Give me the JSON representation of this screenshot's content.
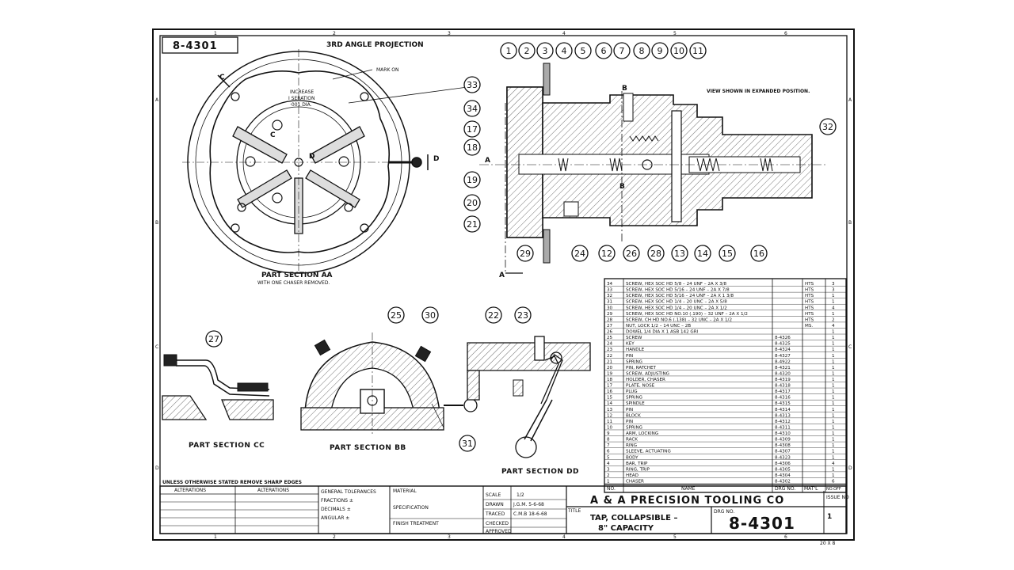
{
  "drawing_number": "8-4301",
  "projection": "3RD ANGLE PROJECTION",
  "view_note": "VIEW SHOWN IN EXPANDED POSITION.",
  "zone_numbers_top": [
    "1",
    "2",
    "3",
    "4",
    "5",
    "6"
  ],
  "zone_letters_side": [
    "A",
    "B",
    "C",
    "D"
  ],
  "section_aa": {
    "title": "PART SECTION AA",
    "subtitle": "WITH ONE CHASER REMOVED.",
    "mark_on": "MARK ON",
    "increase_note": [
      "INCREASE",
      "I SERATION",
      "·001 DIA."
    ],
    "letters": [
      "C",
      "C",
      "D",
      "D"
    ]
  },
  "section_cc": {
    "title": "PART SECTION CC"
  },
  "section_bb": {
    "title": "PART SECTION BB"
  },
  "section_dd": {
    "title": "PART SECTION DD"
  },
  "section_letters": {
    "a": "A",
    "b": "B"
  },
  "balloons_main": [
    "1",
    "2",
    "3",
    "4",
    "5",
    "6",
    "7",
    "8",
    "9",
    "10",
    "11",
    "34",
    "17",
    "18",
    "19",
    "20",
    "21",
    "29",
    "24",
    "12",
    "26",
    "28",
    "13",
    "14",
    "15",
    "16",
    "32",
    "33"
  ],
  "balloons_sections": [
    "27",
    "25",
    "30",
    "22",
    "23",
    "31"
  ],
  "parts_list": [
    {
      "no": "34",
      "name": "SCREW, HEX SOC HD  5/8 – 24 UNF – 2A X 3/8",
      "drg": "",
      "mat": "HTS",
      "qty": "3"
    },
    {
      "no": "33",
      "name": "SCREW, HEX SOC HD  5/16 – 24 UNF – 2A X 7/8",
      "drg": "",
      "mat": "HTS",
      "qty": "3"
    },
    {
      "no": "32",
      "name": "SCREW, HEX SOC HD  5/16 – 24 UNF – 2A X 1 3/8",
      "drg": "",
      "mat": "HTS",
      "qty": "1"
    },
    {
      "no": "31",
      "name": "SCREW, HEX SOC HD  1/4 – 20 UNC – 2A X 5/8",
      "drg": "",
      "mat": "HTS",
      "qty": "1"
    },
    {
      "no": "30",
      "name": "SCREW, HEX SOC HD  1/4 – 20 UNC – 2A X 1/2",
      "drg": "",
      "mat": "HTS",
      "qty": "4"
    },
    {
      "no": "29",
      "name": "SCREW, HEX SOC HD  NO.10 (.190) – 32 UNF – 2A X 1/2",
      "drg": "",
      "mat": "HTS",
      "qty": "1"
    },
    {
      "no": "28",
      "name": "SCREW, CH HD NO.6 (.138) – 32 UNC – 2A X 1/2",
      "drg": "",
      "mat": "HTS",
      "qty": "2"
    },
    {
      "no": "27",
      "name": "NUT, LOCK 1/2 – 14 UNC – 2B",
      "drg": "",
      "mat": "MS.",
      "qty": "4"
    },
    {
      "no": "26",
      "name": "DOWEL 1/4 DIA X 1  ASB 142 GRI",
      "drg": "",
      "mat": "",
      "qty": "1"
    },
    {
      "no": "25",
      "name": "SCREW",
      "drg": "8-4326",
      "mat": "",
      "qty": "1"
    },
    {
      "no": "24",
      "name": "KEY",
      "drg": "8-4325",
      "mat": "",
      "qty": "1"
    },
    {
      "no": "23",
      "name": "HANDLE",
      "drg": "8-4324",
      "mat": "",
      "qty": "1"
    },
    {
      "no": "22",
      "name": "PIN",
      "drg": "8-4327",
      "mat": "",
      "qty": "1"
    },
    {
      "no": "21",
      "name": "SPRING",
      "drg": "8-4922",
      "mat": "",
      "qty": "1"
    },
    {
      "no": "20",
      "name": "PIN, RATCHET",
      "drg": "8-4321",
      "mat": "",
      "qty": "1"
    },
    {
      "no": "19",
      "name": "SCREW, ADJUSTING",
      "drg": "8-4320",
      "mat": "",
      "qty": "1"
    },
    {
      "no": "18",
      "name": "HOLDER, CHASER",
      "drg": "8-4319",
      "mat": "",
      "qty": "1"
    },
    {
      "no": "17",
      "name": "PLATE, NOSE",
      "drg": "8-4318",
      "mat": "",
      "qty": "1"
    },
    {
      "no": "16",
      "name": "PLUG",
      "drg": "8-4317",
      "mat": "",
      "qty": "1"
    },
    {
      "no": "15",
      "name": "SPRING",
      "drg": "8-4316",
      "mat": "",
      "qty": "1"
    },
    {
      "no": "14",
      "name": "SPINDLE",
      "drg": "8-4315",
      "mat": "",
      "qty": "1"
    },
    {
      "no": "13",
      "name": "PIN",
      "drg": "8-4314",
      "mat": "",
      "qty": "1"
    },
    {
      "no": "12",
      "name": "BLOCK",
      "drg": "8-4313",
      "mat": "",
      "qty": "1"
    },
    {
      "no": "11",
      "name": "PIN",
      "drg": "8-4312",
      "mat": "",
      "qty": "1"
    },
    {
      "no": "10",
      "name": "SPRING",
      "drg": "8-4311",
      "mat": "",
      "qty": "1"
    },
    {
      "no": "9",
      "name": "ARM, LOCKING",
      "drg": "8-4310",
      "mat": "",
      "qty": "1"
    },
    {
      "no": "8",
      "name": "RACK",
      "drg": "8-4309",
      "mat": "",
      "qty": "1"
    },
    {
      "no": "7",
      "name": "RING",
      "drg": "8-4308",
      "mat": "",
      "qty": "1"
    },
    {
      "no": "6",
      "name": "SLEEVE, ACTUATING",
      "drg": "8-4307",
      "mat": "",
      "qty": "1"
    },
    {
      "no": "5",
      "name": "BODY",
      "drg": "8-4323",
      "mat": "",
      "qty": "1"
    },
    {
      "no": "4",
      "name": "BAR, TRIP",
      "drg": "8-4306",
      "mat": "",
      "qty": "4"
    },
    {
      "no": "3",
      "name": "RING, TRIP",
      "drg": "8-4305",
      "mat": "",
      "qty": "1"
    },
    {
      "no": "2",
      "name": "HEAD",
      "drg": "8-4304",
      "mat": "",
      "qty": "1"
    },
    {
      "no": "1",
      "name": "CHASER",
      "drg": "8-4302",
      "mat": "",
      "qty": "6"
    }
  ],
  "parts_header": {
    "no": "NO.",
    "name": "NAME",
    "drg": "DRG NO.",
    "mat": "MAT'L",
    "qty": "NO.OFF"
  },
  "notes": {
    "sharp_edges": "UNLESS OTHERWISE STATED REMOVE SHARP EDGES"
  },
  "title_block": {
    "alterations": "ALTERATIONS",
    "general_tolerances": "GENERAL TOLERANCES",
    "fractions": "FRACTIONS ±",
    "decimals": "DECIMALS ±",
    "angular": "ANGULAR ±",
    "material": "MATERIAL",
    "specification": "SPECIFICATION",
    "finish": "FINISH TREATMENT",
    "scale_label": "SCALE",
    "scale_value": "1/2",
    "drawn_label": "DRAWN",
    "drawn_value": "J.G.M.   5-6-68",
    "traced_label": "TRACED",
    "traced_value": "C.M.B   18-6-68",
    "checked_label": "CHECKED",
    "approved_label": "APPROVED",
    "company": "A & A PRECISION TOOLING CO",
    "title_label": "TITLE",
    "title_line1": "TAP, COLLAPSIBLE –",
    "title_line2": "8\" CAPACITY",
    "drg_no_label": "DRG NO.",
    "drg_no": "8-4301",
    "issue_label": "ISSUE NO",
    "issue_no": "1",
    "sheet_size": "20 X 8"
  }
}
